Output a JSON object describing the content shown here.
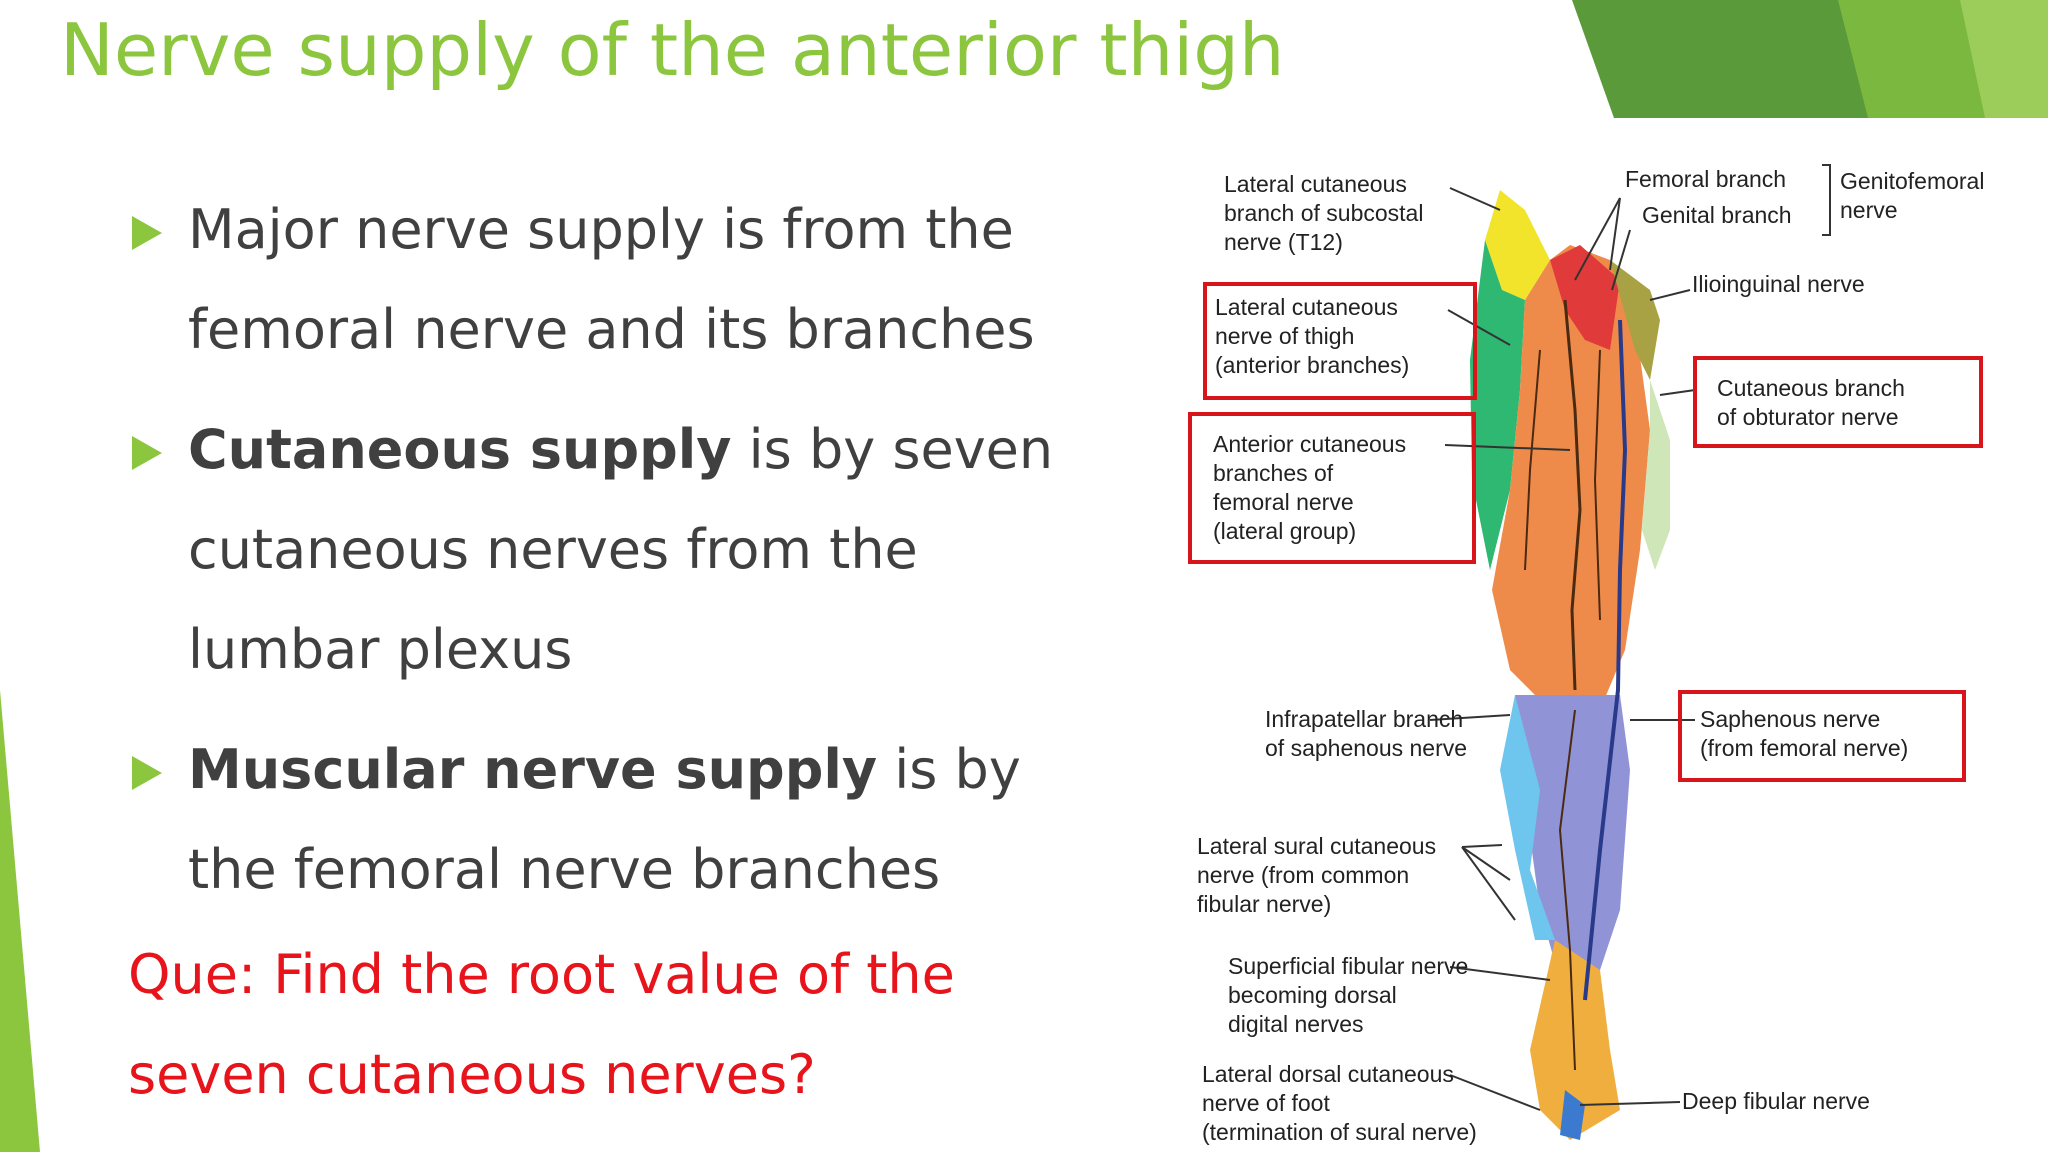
{
  "slide": {
    "title": "Nerve supply of the anterior thigh",
    "bullets": [
      {
        "bold": "",
        "text": "Major nerve supply is from the femoral nerve and its branches"
      },
      {
        "bold": "Cutaneous supply",
        "text": " is by seven cutaneous nerves from the lumbar plexus"
      },
      {
        "bold": "Muscular nerve supply",
        "text": " is by the femoral nerve branches"
      }
    ],
    "question": "Que: Find the root value of the seven cutaneous nerves?"
  },
  "figure": {
    "labels": {
      "lat_subcostal": "Lateral cutaneous\nbranch of subcostal\nnerve (T12)",
      "lat_thigh": "Lateral cutaneous\nnerve of thigh\n(anterior branches)",
      "ant_cutaneous": "Anterior cutaneous\nbranches of\nfemoral nerve\n(lateral group)",
      "femoral_branch": "Femoral branch",
      "genital_branch": "Genital branch",
      "genitofemoral": "Genitofemoral\nnerve",
      "ilioinguinal": "Ilioinguinal nerve",
      "obturator": "Cutaneous branch\nof obturator nerve",
      "infrapatellar": "Infrapatellar branch\nof saphenous nerve",
      "saphenous": "Saphenous nerve\n(from femoral nerve)",
      "lat_sural": "Lateral sural cutaneous\nnerve (from common\nfibular nerve)",
      "sup_fibular": "Superficial fibular nerve\nbecoming dorsal\ndigital nerves",
      "lat_dorsal": "Lateral dorsal cutaneous\nnerve of foot\n(termination of sural nerve)",
      "deep_fibular": "Deep fibular nerve"
    }
  },
  "colors": {
    "accent": "#8cc63f",
    "question": "#e8141c",
    "highlight_box": "#d9151c"
  }
}
